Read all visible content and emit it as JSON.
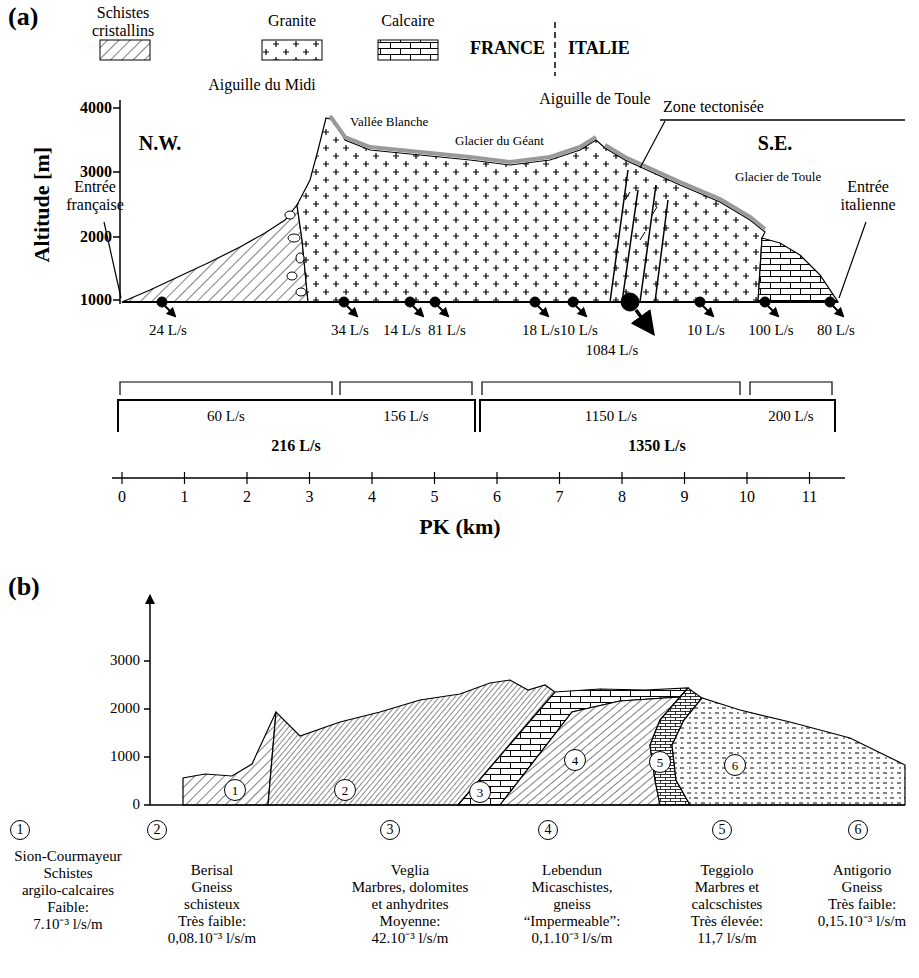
{
  "diagram": {
    "nodes": [
      {
        "text": [
          "1"
        ]
      },
      {
        "text": [
          "2"
        ]
      },
      {
        "text": [
          "3"
        ]
      },
      {
        "text": [
          "4"
        ]
      },
      {
        "text": [
          "5"
        ]
      },
      {
        "text": [
          "6"
        ]
      },
      {
        "text": [
          "1"
        ]
      },
      {
        "text": [
          "2"
        ]
      },
      {
        "text": [
          "3"
        ]
      },
      {
        "text": [
          "4"
        ]
      },
      {
        "text": [
          "5"
        ]
      },
      {
        "text": [
          "6"
        ]
      }
    ],
    "labels": [
      "(a)",
      "FRANCE",
      "ITALIE",
      "Aiguille du Midi",
      "Vallée Blanche",
      "Glacier du Géant",
      "Aiguille de Toule",
      "Zone tectonisée",
      "N.W.",
      "S.E.",
      "Glacier de Toule",
      "Entrée française",
      "Entrée italienne",
      "Altitude [m]",
      "4000",
      "3000",
      "2000",
      "1000",
      "24 L/s",
      "34 L/s",
      "14 L/s",
      "81 L/s",
      "18 L/s",
      "10 L/s",
      "1084 L/s",
      "10 L/s",
      "100 L/s",
      "80 L/s",
      "60 L/s",
      "156 L/s",
      "1150 L/s",
      "200 L/s",
      "216 L/s",
      "1350 L/s",
      "0",
      "1",
      "2",
      "3",
      "4",
      "5",
      "6",
      "7",
      "8",
      "9",
      "10",
      "11",
      "PK (km)",
      "(b)",
      "3000",
      "2000",
      "1000",
      "0",
      "Sion-Courmayeur",
      "Schistes argilo-calcaires",
      "Faible:",
      "7.10⁻³ l/s/m",
      "Berisal",
      "Gneiss schisteux",
      "Très faible:",
      "0,08.10⁻³ l/s/m",
      "Veglia",
      "Marbres, dolomites et anhydrites",
      "Moyenne:",
      "42.10⁻³ l/s/m",
      "Lebendun",
      "Micaschistes, gneiss",
      "“Impermeable”:",
      "0,1.10⁻³ l/s/m",
      "Teggiolo",
      "Marbres et calcschistes",
      "Très élevée:",
      "11,7 l/s/m",
      "Antigorio",
      "Gneiss",
      "Très faible:",
      "0,15.10⁻³ l/s/m"
    ],
    "legend": [
      {
        "text": "Schistes cristallins"
      },
      {
        "text": "Granite"
      },
      {
        "text": "Calcaire"
      }
    ]
  }
}
